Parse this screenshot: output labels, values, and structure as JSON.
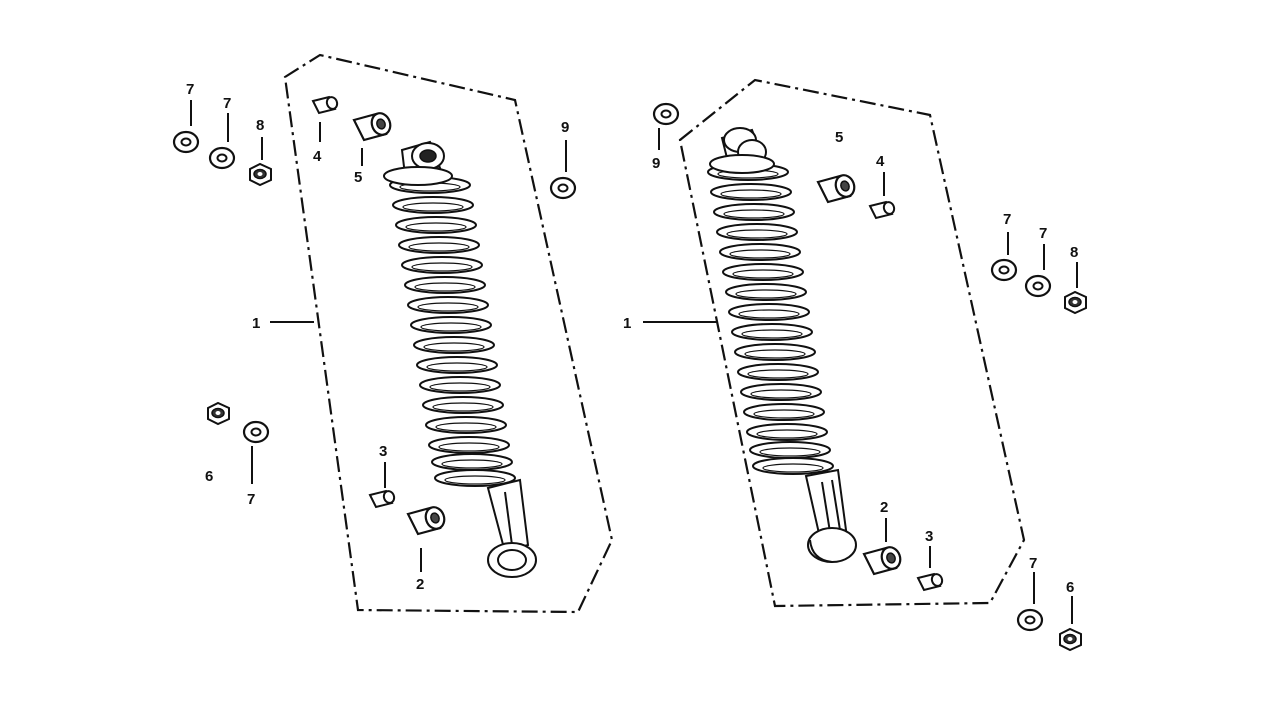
{
  "diagram": {
    "callouts": {
      "left": {
        "p1": "1",
        "p2": "2",
        "p3": "3",
        "p4": "4",
        "p5": "5",
        "p6": "6",
        "p7a": "7",
        "p7b": "7",
        "p7c": "7",
        "p8": "8",
        "p9": "9"
      },
      "right": {
        "p1": "1",
        "p2": "2",
        "p3": "3",
        "p4": "4",
        "p5": "5",
        "p6": "6",
        "p7a": "7",
        "p7b": "7",
        "p7c": "7",
        "p8": "8",
        "p9": "9"
      }
    }
  }
}
